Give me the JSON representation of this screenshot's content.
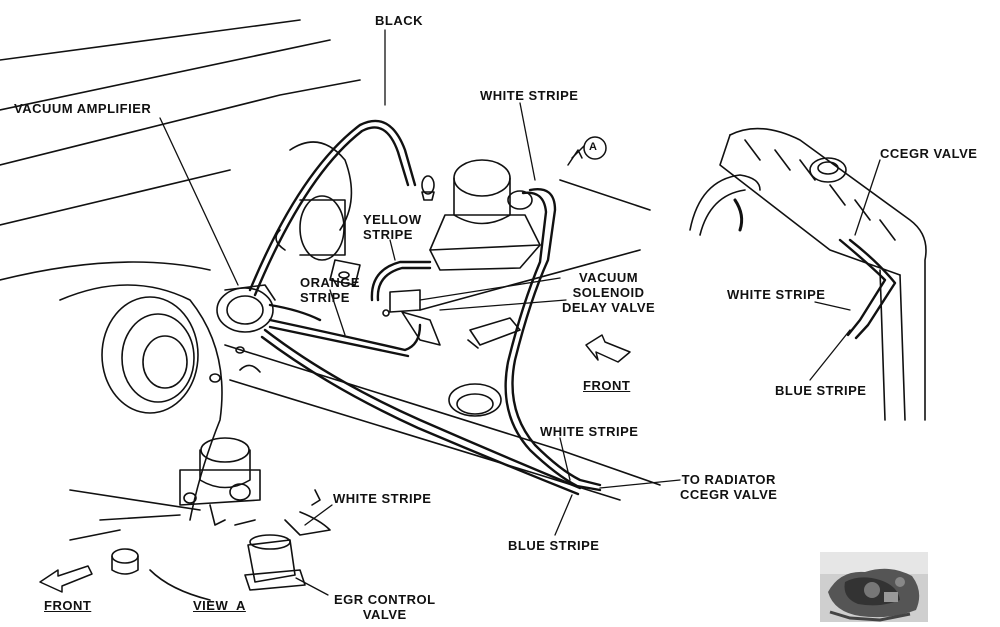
{
  "labels": {
    "black": "BLACK",
    "vacuum_amplifier": "VACUUM AMPLIFIER",
    "white_stripe_top": "WHITE STRIPE",
    "yellow_stripe": [
      "YELLOW",
      "STRIPE"
    ],
    "orange_stripe": [
      "ORANGE",
      "STRIPE"
    ],
    "vacuum_solenoid_delay_valve": [
      "VACUUM",
      "SOLENOID",
      "DELAY VALVE"
    ],
    "front_main": "FRONT",
    "white_stripe_mid": "WHITE STRIPE",
    "to_radiator": [
      "TO RADIATOR",
      "CCEGR VALVE"
    ],
    "blue_stripe_main": "BLUE STRIPE",
    "ccegr_valve": "CCEGR VALVE",
    "white_stripe_radiator": "WHITE STRIPE",
    "blue_stripe_radiator": "BLUE STRIPE",
    "white_stripe_view_a": "WHITE STRIPE",
    "egr_control_valve": [
      "EGR CONTROL",
      "VALVE"
    ],
    "front_view_a": "FRONT",
    "view_a": "VIEW  A",
    "callout_a": "A"
  },
  "colors": {
    "ink": "#111111",
    "paper": "#ffffff"
  }
}
